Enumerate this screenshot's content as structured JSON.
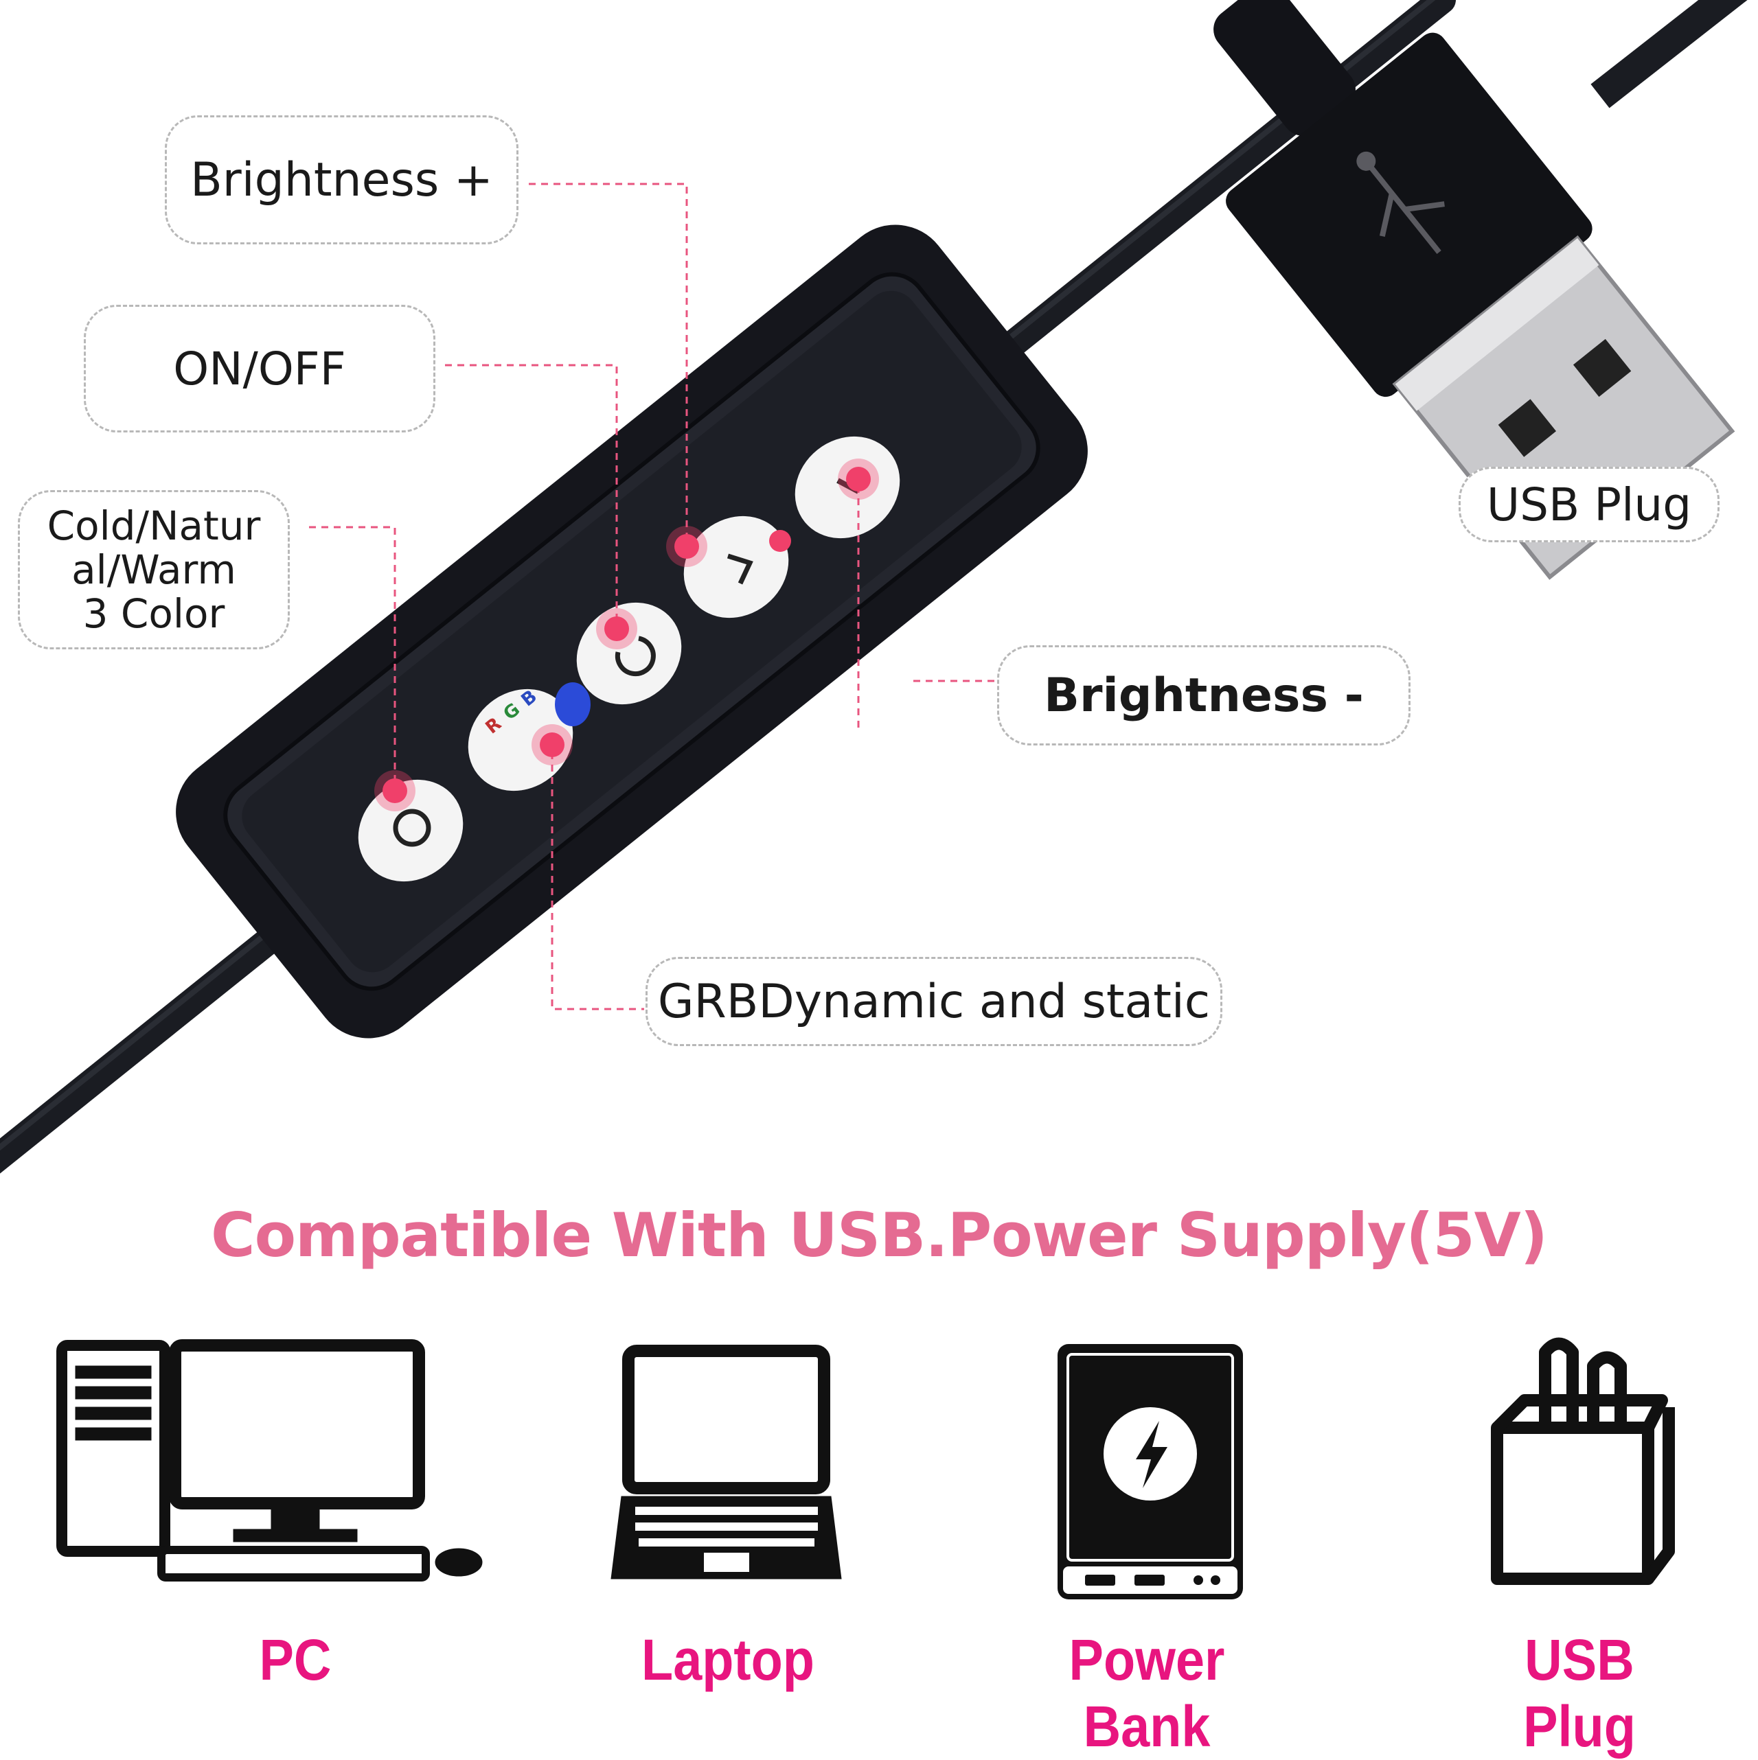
{
  "callouts": {
    "brightness_plus": "Brightness +",
    "on_off": "ON/OFF",
    "color_mode": [
      "Cold/Natur",
      "al/Warm",
      "3 Color"
    ],
    "usb_plug": "USB Plug",
    "brightness_minus": "Brightness -",
    "rgb_mode": "GRBDynamic and static"
  },
  "headline": "Compatible With USB.Power Supply(5V)",
  "devices": [
    {
      "label": "PC",
      "icon": "desktop-pc-icon"
    },
    {
      "label": "Laptop",
      "icon": "laptop-icon"
    },
    {
      "label": "Power Bank",
      "icon": "power-bank-icon"
    },
    {
      "label": "USB Plug",
      "icon": "wall-plug-icon"
    }
  ],
  "colors": {
    "accent_pink": "#e8157f",
    "headline_pink": "#e56b92",
    "marker_pink": "#f0406a",
    "controller_black": "#15161c"
  }
}
